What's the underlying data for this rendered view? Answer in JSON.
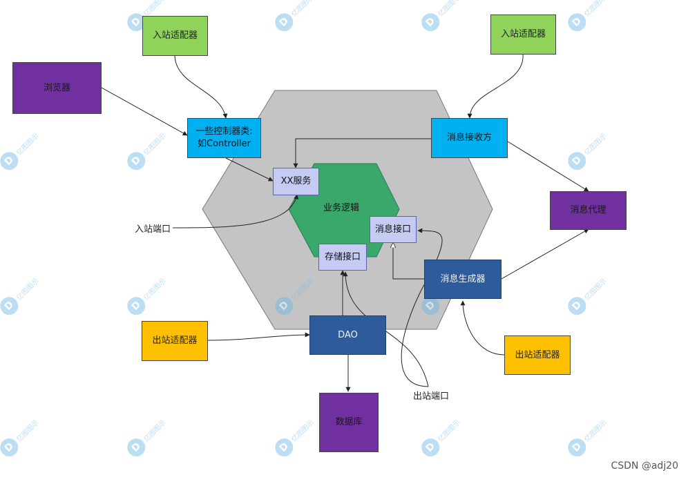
{
  "nodes": {
    "inbound_adapter_left": "入站适配器",
    "inbound_adapter_right": "入站适配器",
    "browser": "浏览器",
    "controllers_line1": "一些控制器类:",
    "controllers_line2": "如Controller",
    "message_receiver": "消息接收方",
    "xx_service": "XX服务",
    "business_logic": "业务逻辑",
    "message_interface": "消息接口",
    "storage_interface": "存储接口",
    "message_broker": "消息代理",
    "message_producer": "消息生成器",
    "dao": "DAO",
    "outbound_adapter_left": "出站适配器",
    "outbound_adapter_right": "出站适配器",
    "database": "数据库"
  },
  "labels": {
    "inbound_port": "入站端口",
    "outbound_port": "出站端口"
  },
  "watermark": {
    "glyph": "D",
    "text": "亿图图示",
    "credit": "CSDN @adj20"
  },
  "colors": {
    "hexagon_outer": "#c4c4c4",
    "hexagon_inner": "#3aa86b",
    "adapter_in": "#8fd35a",
    "external": "#7030a0",
    "adapter_primary": "#00b0f0",
    "infra": "#2e5b9b",
    "port": "#c5cbf3",
    "adapter_out": "#ffc000"
  }
}
